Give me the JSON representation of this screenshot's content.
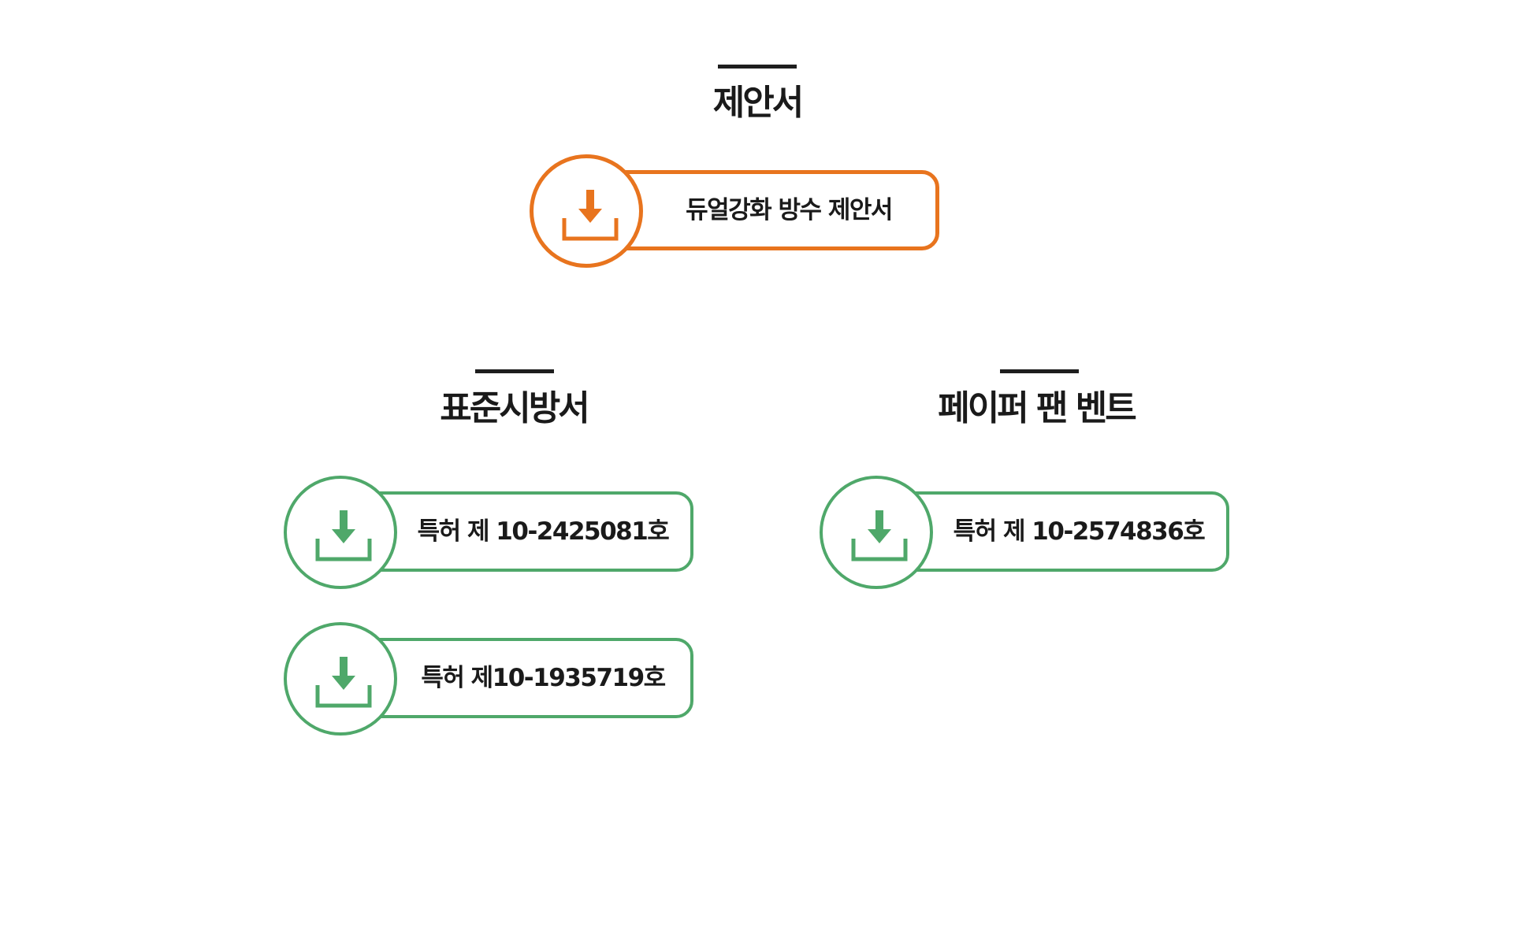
{
  "colors": {
    "orange": "#e8741e",
    "green": "#4fa86a",
    "heading_bar": "#1e1e1e",
    "text": "#1a1a1a"
  },
  "sections": {
    "proposal": {
      "title": "제안서",
      "items": [
        {
          "label": "듀얼강화 방수 제안서",
          "icon": "download-icon"
        }
      ]
    },
    "standard_spec": {
      "title": "표준시방서",
      "items": [
        {
          "label": "특허 제 10-2425081호",
          "icon": "download-icon"
        },
        {
          "label": "특허 제10-1935719호",
          "icon": "download-icon"
        }
      ]
    },
    "paper_fan_vent": {
      "title": "페이퍼 팬 벤트",
      "items": [
        {
          "label": "특허 제 10-2574836호",
          "icon": "download-icon"
        }
      ]
    }
  }
}
